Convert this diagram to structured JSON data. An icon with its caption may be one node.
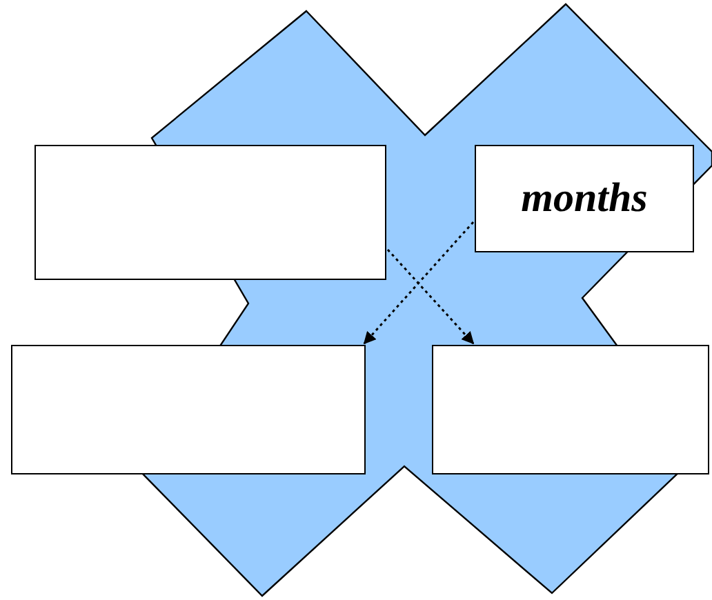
{
  "diagram": {
    "nodes": [
      {
        "text": [],
        "shape": "box"
      },
      {
        "text": [
          "months"
        ]
      },
      {
        "text": [],
        "shape": "box"
      },
      {
        "text": [],
        "shape": "box"
      }
    ],
    "edges": [
      {
        "from": 0,
        "to": 3,
        "arrow": "to",
        "style": "dashed"
      },
      {
        "from": 1,
        "to": 2,
        "arrow": "to",
        "style": "dashed"
      }
    ]
  }
}
